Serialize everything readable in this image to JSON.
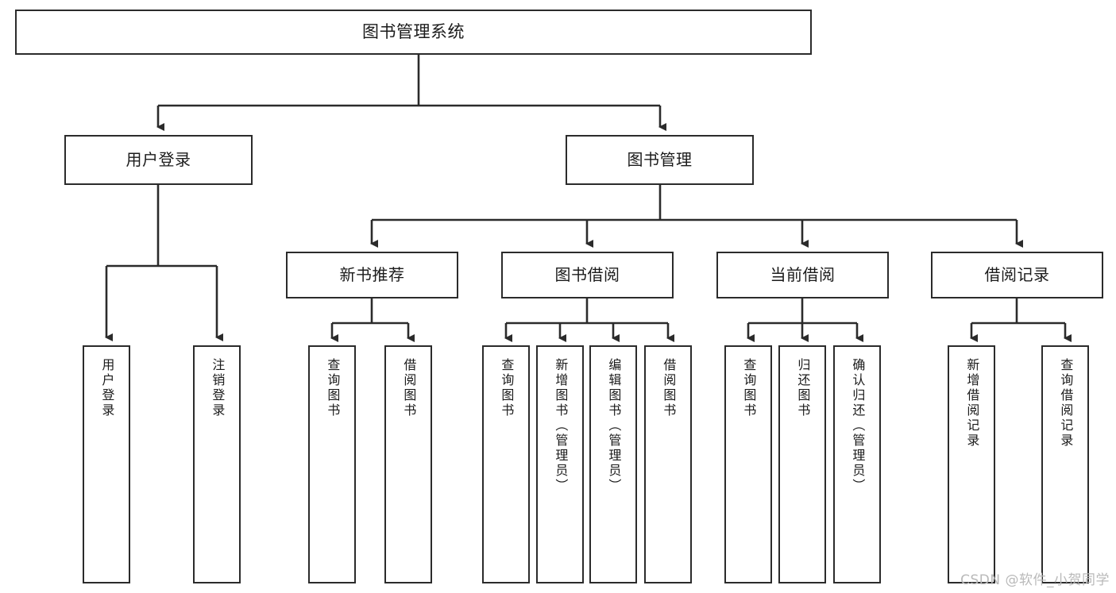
{
  "diagram": {
    "title": "图书管理系统",
    "type": "functional-structure-tree",
    "root": {
      "label": "图书管理系统"
    },
    "level2": [
      {
        "label": "用户登录"
      },
      {
        "label": "图书管理"
      }
    ],
    "level3": [
      {
        "label": "新书推荐"
      },
      {
        "label": "图书借阅"
      },
      {
        "label": "当前借阅"
      },
      {
        "label": "借阅记录"
      }
    ],
    "leaves": {
      "user_login": [
        {
          "label": "用户登录"
        },
        {
          "label": "注销登录"
        }
      ],
      "new_book": [
        {
          "label": "查询图书"
        },
        {
          "label": "借阅图书"
        }
      ],
      "borrow_book": [
        {
          "label": "查询图书"
        },
        {
          "label": "新增图书（管理员）"
        },
        {
          "label": "编辑图书（管理员）"
        },
        {
          "label": "借阅图书"
        }
      ],
      "current_borrow": [
        {
          "label": "查询图书"
        },
        {
          "label": "归还图书"
        },
        {
          "label": "确认归还（管理员）"
        }
      ],
      "borrow_record": [
        {
          "label": "新增借阅记录"
        },
        {
          "label": "查询借阅记录"
        }
      ]
    }
  },
  "watermark": {
    "text": "CSDN @软件_小贺同学"
  },
  "colors": {
    "stroke": "#2b2b2b",
    "background": "#ffffff",
    "text": "#1b1b1b",
    "watermark": "#b9b9b9"
  }
}
